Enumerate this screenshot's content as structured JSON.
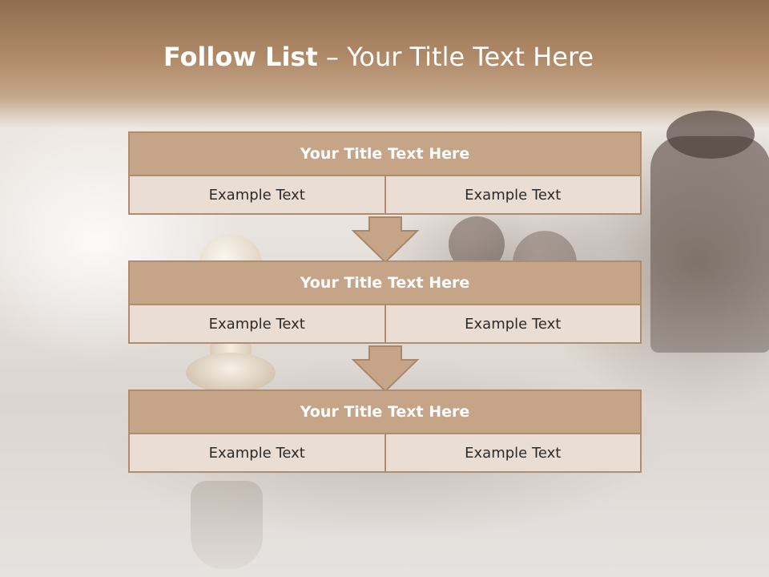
{
  "slide": {
    "title_bold": "Follow List",
    "title_rest": "– Your Title Text Here"
  },
  "blocks": [
    {
      "header": "Your Title Text Here",
      "left": "Example Text",
      "right": "Example Text"
    },
    {
      "header": "Your Title Text Here",
      "left": "Example Text",
      "right": "Example Text"
    },
    {
      "header": "Your Title Text Here",
      "left": "Example Text",
      "right": "Example Text"
    }
  ],
  "colors": {
    "header_fill": "#c6a488",
    "cell_fill": "#eaddd3",
    "border": "#b08d6e",
    "title_text": "#ffffff"
  },
  "icons": {
    "arrow": "down-arrow-icon",
    "background": "chess-pieces-background"
  }
}
